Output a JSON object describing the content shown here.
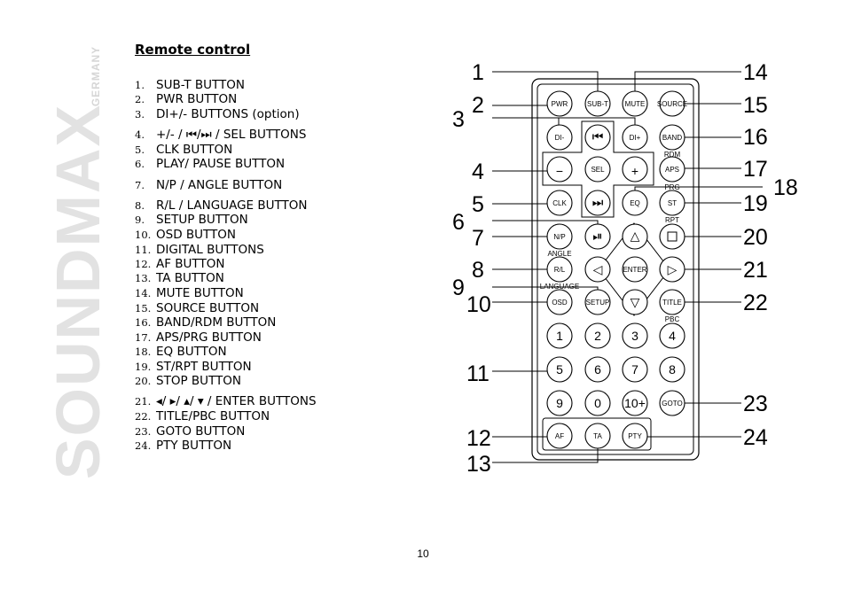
{
  "brand": {
    "main": "SOUNDMAX",
    "sub": "GERMANY"
  },
  "title": "Remote control",
  "items": [
    {
      "num": "1.",
      "text": "SUB-T BUTTON"
    },
    {
      "num": "2.",
      "text": "PWR BUTTON"
    },
    {
      "num": "3.",
      "text": "DI+/- BUTTONS (option)"
    },
    {
      "num": "4.",
      "text": "+/- / ⏮/⏭ / SEL BUTTONS"
    },
    {
      "num": "5.",
      "text": "CLK BUTTON"
    },
    {
      "num": "6.",
      "text": "PLAY/ PAUSE BUTTON"
    },
    {
      "num": "7.",
      "text": "N/P / ANGLE BUTTON"
    },
    {
      "num": "8.",
      "text": "R/L / LANGUAGE BUTTON"
    },
    {
      "num": "9.",
      "text": "SETUP BUTTON"
    },
    {
      "num": "10.",
      "text": "OSD BUTTON"
    },
    {
      "num": "11.",
      "text": "DIGITAL BUTTONS"
    },
    {
      "num": "12.",
      "text": "AF BUTTON"
    },
    {
      "num": "13.",
      "text": "TA BUTTON"
    },
    {
      "num": "14.",
      "text": "MUTE BUTTON"
    },
    {
      "num": "15.",
      "text": "SOURCE BUTTON"
    },
    {
      "num": "16.",
      "text": "BAND/RDM BUTTON"
    },
    {
      "num": "17.",
      "text": "APS/PRG BUTTON"
    },
    {
      "num": "18.",
      "text": "EQ BUTTON"
    },
    {
      "num": "19.",
      "text": "ST/RPT BUTTON"
    },
    {
      "num": "20.",
      "text": "STOP BUTTON"
    },
    {
      "num": "21.",
      "text": "◂/ ▸/ ▴/ ▾ / ENTER BUTTONS"
    },
    {
      "num": "22.",
      "text": "TITLE/PBC BUTTON"
    },
    {
      "num": "23.",
      "text": "GOTO BUTTON"
    },
    {
      "num": "24.",
      "text": "PTY BUTTON"
    }
  ],
  "remote": {
    "buttons": [
      {
        "id": "pwr",
        "label": "PWR"
      },
      {
        "id": "subt",
        "label": "SUB-T"
      },
      {
        "id": "mute",
        "label": "MUTE"
      },
      {
        "id": "source",
        "label": "SOURCE"
      },
      {
        "id": "dim",
        "label": "DI-"
      },
      {
        "id": "dip",
        "label": "DI+"
      },
      {
        "id": "band",
        "label": "BAND"
      },
      {
        "id": "sel",
        "label": "SEL"
      },
      {
        "id": "aps",
        "label": "APS"
      },
      {
        "id": "clk",
        "label": "CLK"
      },
      {
        "id": "eq",
        "label": "EQ"
      },
      {
        "id": "st",
        "label": "ST"
      },
      {
        "id": "np",
        "label": "N/P"
      },
      {
        "id": "rl",
        "label": "R/L"
      },
      {
        "id": "enter",
        "label": "ENTER"
      },
      {
        "id": "osd",
        "label": "OSD"
      },
      {
        "id": "setup",
        "label": "SETUP"
      },
      {
        "id": "title",
        "label": "TITLE"
      },
      {
        "id": "goto",
        "label": "GOTO"
      },
      {
        "id": "af",
        "label": "AF"
      },
      {
        "id": "ta",
        "label": "TA"
      },
      {
        "id": "pty",
        "label": "PTY"
      }
    ],
    "digits": [
      "1",
      "2",
      "3",
      "4",
      "5",
      "6",
      "7",
      "8",
      "9",
      "0",
      "10+"
    ],
    "sublabels": {
      "rdm": "RDM",
      "prg": "PRG",
      "rpt": "RPT",
      "angle": "ANGLE",
      "language": "LANGUAGE",
      "pbc": "PBC"
    },
    "callouts": [
      "1",
      "2",
      "3",
      "4",
      "5",
      "6",
      "7",
      "8",
      "9",
      "10",
      "11",
      "12",
      "13",
      "14",
      "15",
      "16",
      "17",
      "18",
      "19",
      "20",
      "21",
      "22",
      "23",
      "24"
    ]
  },
  "page_number": "10"
}
